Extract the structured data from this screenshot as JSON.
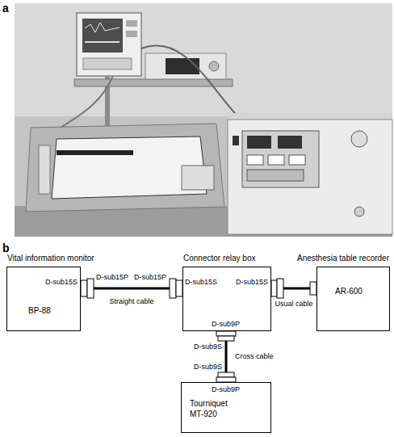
{
  "diagram": {
    "nodes": [
      {
        "text": [
          "Vital information monitor",
          "BP-88"
        ]
      },
      {
        "text": [
          "Connector relay box"
        ]
      },
      {
        "text": [
          "Anesthesia table recorder",
          "AR-600"
        ]
      },
      {
        "text": [
          "Tourniquet MT-920"
        ]
      }
    ],
    "edges": [
      {
        "from": 0,
        "to": 1,
        "arrow": "none",
        "label": "Straight cable"
      },
      {
        "from": 1,
        "to": 2,
        "arrow": "none",
        "label": "Usual cable"
      },
      {
        "from": 1,
        "to": 3,
        "arrow": "none",
        "label": "Cross cable"
      }
    ],
    "labels": [
      "a",
      "b",
      "D-sub15S",
      "D-sub15P",
      "D-sub15P",
      "D-sub15S",
      "D-sub15S",
      "D-sub9P",
      "D-sub9S",
      "D-sub9S",
      "D-sub9P"
    ]
  }
}
